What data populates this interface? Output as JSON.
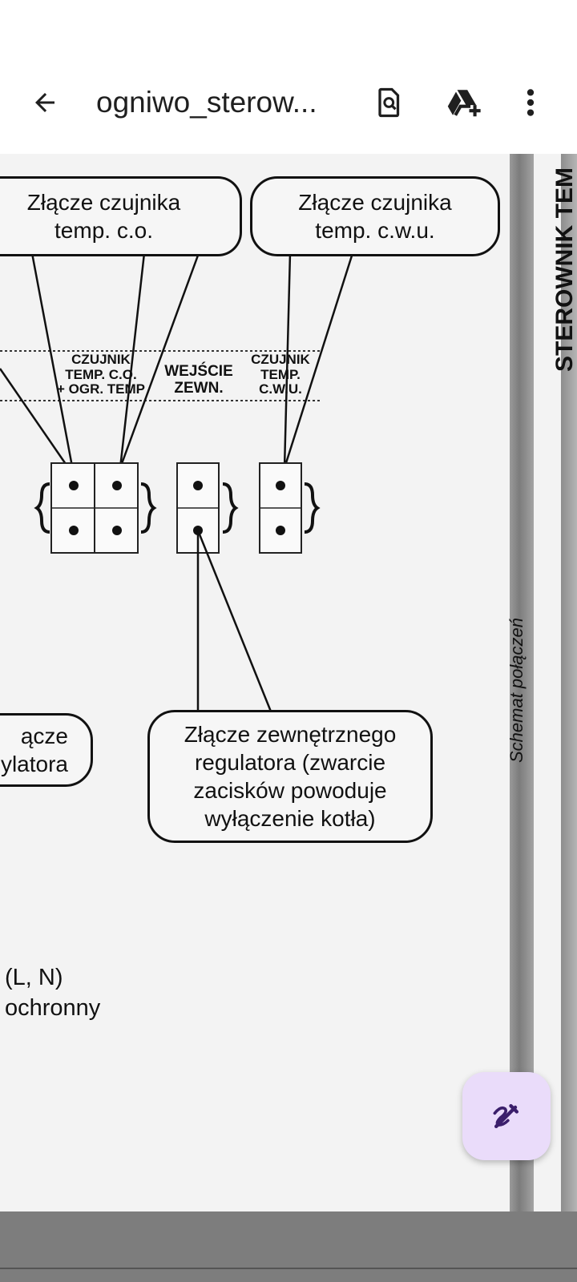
{
  "header": {
    "title": "ogniwo_sterow...",
    "back_icon": "arrow-back-icon",
    "find_icon": "document-search-icon",
    "drive_icon": "add-to-drive-icon",
    "menu_icon": "more-vert-icon"
  },
  "document": {
    "callouts": {
      "sensor_co": [
        "Złącze czujnika",
        "temp. c.o."
      ],
      "sensor_cwu": [
        "Złącze czujnika",
        "temp. c.w.u."
      ],
      "regulator_partial": [
        "ącze",
        "ylatora"
      ],
      "external_regulator": [
        "Złącze zewnętrznego",
        "regulatora (zwarcie",
        "zacisków powoduje",
        "wyłączenie kotła)"
      ]
    },
    "terminal_labels": {
      "czujnik_co": [
        "CZUJNIK",
        "TEMP. C.O.",
        "+ OGR. TEMP"
      ],
      "wejscie": [
        "WEJŚCIE",
        "ZEWN."
      ],
      "czujnik_cwu": [
        "CZUJNIK",
        "TEMP.",
        "C.W.U."
      ]
    },
    "side_labels": {
      "schemat": "Schemat połączeń",
      "sterownik": "STEROWNIK TEM"
    },
    "bottom_lines": [
      "(L, N)",
      "ochronny"
    ]
  },
  "fab": {
    "icon": "edit-pen-icon"
  }
}
